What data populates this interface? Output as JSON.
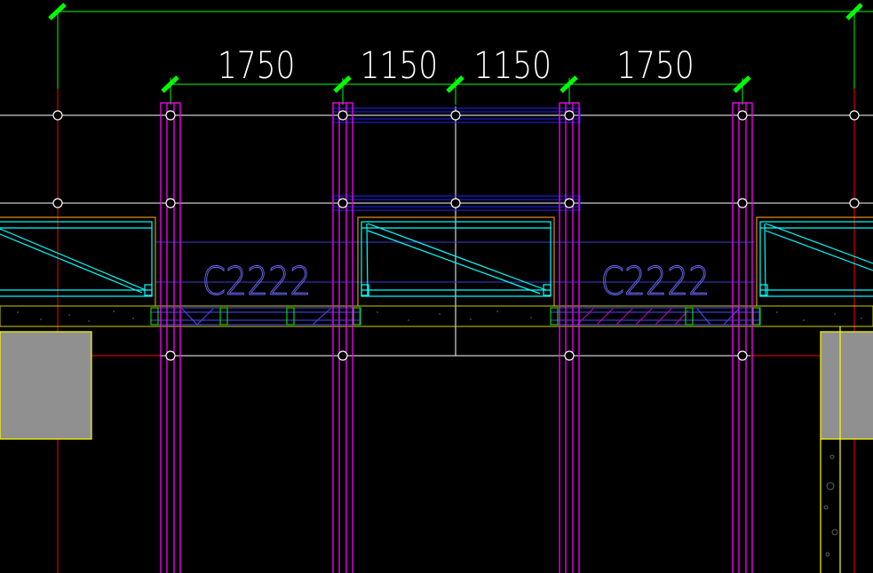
{
  "drawing": {
    "dimensions": [
      {
        "value": "1750"
      },
      {
        "value": "1150"
      },
      {
        "value": "1150"
      },
      {
        "value": "1750"
      }
    ],
    "window_labels": [
      {
        "text": "C2222"
      },
      {
        "text": "C2222"
      }
    ]
  },
  "colors": {
    "background": "#000000",
    "dimension_line": "#00ff00",
    "dimension_text": "#ffffff",
    "column": "#ff00ff",
    "window": "#00ffff",
    "window_label": "#6b6bff",
    "beam": "#2222ff",
    "grid_red": "#ff0000",
    "wall_fill": "#909090",
    "wall_edge": "#ffff00",
    "frame_orange": "#e08a1a",
    "white_line": "#ffffff"
  }
}
